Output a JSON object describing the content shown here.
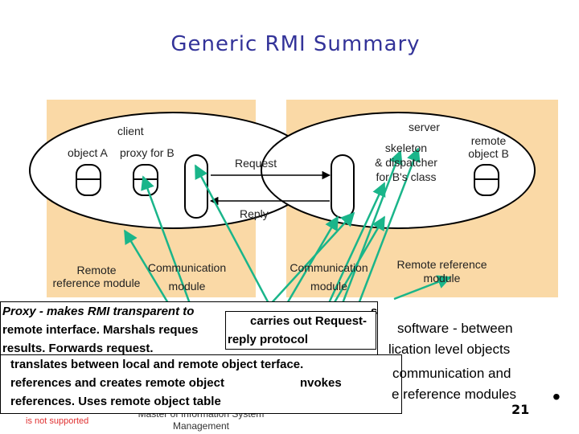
{
  "slide": {
    "title": "Generic RMI Summary",
    "page_number": "21"
  },
  "diagram": {
    "client_label": "client",
    "server_label": "server",
    "object_a_label": "object A",
    "proxy_label": "proxy for B",
    "request_label": "Request",
    "reply_label": "Reply",
    "skeleton_line1": "skeleton",
    "skeleton_line2": "& dispatcher",
    "skeleton_line3": "for B's class",
    "remote_object_line1": "remote",
    "remote_object_line2": "object B",
    "remote_ref_left_line1": "Remote",
    "remote_ref_left_line2": "reference module",
    "comm_left_line1": "Communication",
    "comm_left_line2": "module",
    "comm_right_line1": "Communication",
    "comm_right_line2": "module",
    "remote_ref_right_line1": "Remote reference",
    "remote_ref_right_line2": "module"
  },
  "notes": {
    "proxy_part1": "Proxy - makes RMI transparent to ",
    "proxy_part1_tail": "s",
    "proxy_line2": "remote interface. Marshals reques",
    "proxy_line3": "results. Forwards request.",
    "comm_box_line1": "carries out Request-",
    "comm_box_line2": "reply protocol",
    "remoteref_box_line1": "translates between local and remote object ",
    "remoteref_box_line1_tail": "terface.",
    "remoteref_box_line2": "references and creates remote object",
    "remoteref_box_line2_tail": "nvokes",
    "remoteref_box_line3": "references. Uses remote object table",
    "right_line1": "software - between",
    "right_line2": "lication level objects",
    "right_line3": "communication and",
    "right_line4": "e reference modules",
    "bullet": "•",
    "footer_line1": "Master of Information System",
    "footer_line2": "Management",
    "not_supported": "is not supported"
  },
  "colors": {
    "panel": "#fad9a6",
    "arrow": "#1ab58a",
    "title": "#333399"
  }
}
